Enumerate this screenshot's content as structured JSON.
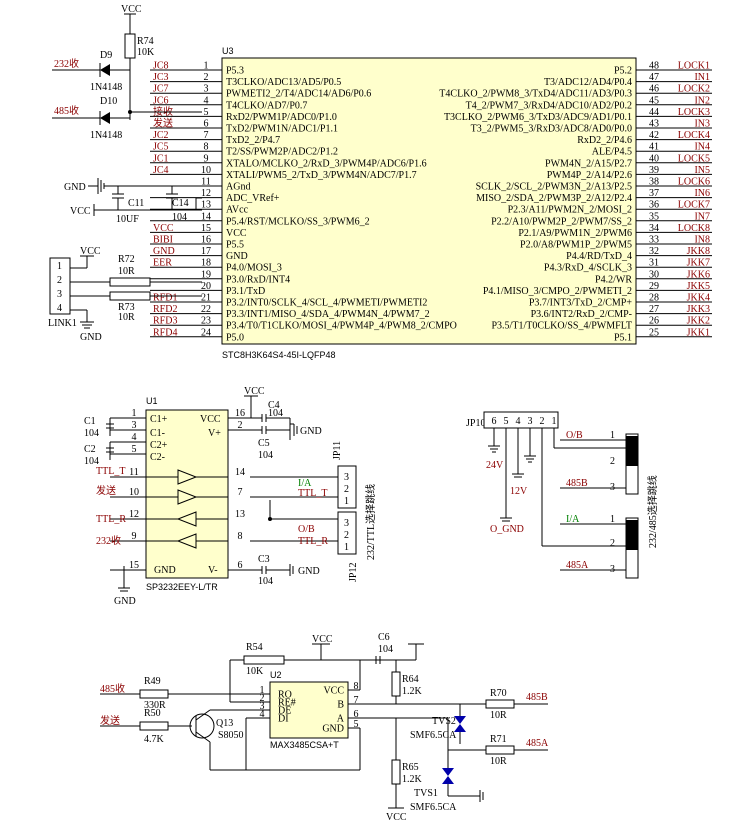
{
  "u3": {
    "ref": "U3",
    "part": "STC8H3K64S4-45I-LQFP48",
    "left_pins": [
      {
        "num": "1",
        "label": "P5.3",
        "net": "JC8"
      },
      {
        "num": "2",
        "label": "T3CLKO/ADC13/AD5/P0.5",
        "net": "JC3"
      },
      {
        "num": "3",
        "label": "PWMETI2_2/T4/ADC14/AD6/P0.6",
        "net": "JC7"
      },
      {
        "num": "4",
        "label": "T4CLKO/AD7/P0.7",
        "net": "JC6"
      },
      {
        "num": "5",
        "label": "RxD2/PWM1P/ADC0/P1.0",
        "net": "接收"
      },
      {
        "num": "6",
        "label": "TxD2/PWM1N/ADC1/P1.1",
        "net": "发送"
      },
      {
        "num": "7",
        "label": "TxD2_2/P4.7",
        "net": "JC2"
      },
      {
        "num": "8",
        "label": "T2/SS/PWM2P/ADC2/P1.2",
        "net": "JC5"
      },
      {
        "num": "9",
        "label": "XTALO/MCLKO_2/RxD_3/PWM4P/ADC6/P1.6",
        "net": "JC1"
      },
      {
        "num": "10",
        "label": "XTALI/PWM5_2/TxD_3/PWM4N/ADC7/P1.7",
        "net": "JC4"
      },
      {
        "num": "11",
        "label": "AGnd",
        "net": ""
      },
      {
        "num": "12",
        "label": "ADC_VRef+",
        "net": ""
      },
      {
        "num": "13",
        "label": "AVcc",
        "net": ""
      },
      {
        "num": "14",
        "label": "P5.4/RST/MCLKO/SS_3/PWM6_2",
        "net": ""
      },
      {
        "num": "15",
        "label": "VCC",
        "net": "VCC"
      },
      {
        "num": "16",
        "label": "P5.5",
        "net": "BIBI"
      },
      {
        "num": "17",
        "label": "GND",
        "net": "GND"
      },
      {
        "num": "18",
        "label": "P4.0/MOSI_3",
        "net": "EER"
      },
      {
        "num": "19",
        "label": "P3.0/RxD/INT4",
        "net": ""
      },
      {
        "num": "20",
        "label": "P3.1/TxD",
        "net": ""
      },
      {
        "num": "21",
        "label": "P3.2/INT0/SCLK_4/SCL_4/PWMETI/PWMETI2",
        "net": "RFD1"
      },
      {
        "num": "22",
        "label": "P3.3/INT1/MISO_4/SDA_4/PWM4N_4/PWM7_2",
        "net": "RFD2"
      },
      {
        "num": "23",
        "label": "P3.4/T0/T1CLKO/MOSI_4/PWM4P_4/PWM8_2/CMPO",
        "net": "RFD3"
      },
      {
        "num": "24",
        "label": "P5.0",
        "net": "RFD4"
      }
    ],
    "right_pins": [
      {
        "num": "48",
        "label": "P5.2",
        "net": "LOCK1"
      },
      {
        "num": "47",
        "label": "T3/ADC12/AD4/P0.4",
        "net": "IN1"
      },
      {
        "num": "46",
        "label": "T4CLKO_2/PWM8_3/TxD4/ADC11/AD3/P0.3",
        "net": "LOCK2"
      },
      {
        "num": "45",
        "label": "T4_2/PWM7_3/RxD4/ADC10/AD2/P0.2",
        "net": "IN2"
      },
      {
        "num": "44",
        "label": "T3CLKO_2/PWM6_3/TxD3/ADC9/AD1/P0.1",
        "net": "LOCK3"
      },
      {
        "num": "43",
        "label": "T3_2/PWM5_3/RxD3/ADC8/AD0/P0.0",
        "net": "IN3"
      },
      {
        "num": "42",
        "label": "RxD2_2/P4.6",
        "net": "LOCK4"
      },
      {
        "num": "41",
        "label": "ALE/P4.5",
        "net": "IN4"
      },
      {
        "num": "40",
        "label": "PWM4N_2/A15/P2.7",
        "net": "LOCK5"
      },
      {
        "num": "39",
        "label": "PWM4P_2/A14/P2.6",
        "net": "IN5"
      },
      {
        "num": "38",
        "label": "SCLK_2/SCL_2/PWM3N_2/A13/P2.5",
        "net": "LOCK6"
      },
      {
        "num": "37",
        "label": "MISO_2/SDA_2/PWM3P_2/A12/P2.4",
        "net": "IN6"
      },
      {
        "num": "36",
        "label": "P2.3/A11/PWM2N_2/MOSI_2",
        "net": "LOCK7"
      },
      {
        "num": "35",
        "label": "P2.2/A10/PWM2P_2/PWM7/SS_2",
        "net": "IN7"
      },
      {
        "num": "34",
        "label": "P2.1/A9/PWM1N_2/PWM6",
        "net": "LOCK8"
      },
      {
        "num": "33",
        "label": "P2.0/A8/PWM1P_2/PWM5",
        "net": "IN8"
      },
      {
        "num": "32",
        "label": "P4.4/RD/TxD_4",
        "net": "JKK8"
      },
      {
        "num": "31",
        "label": "P4.3/RxD_4/SCLK_3",
        "net": "JKK7"
      },
      {
        "num": "30",
        "label": "P4.2/WR",
        "net": "JKK6"
      },
      {
        "num": "29",
        "label": "P4.1/MISO_3/CMPO_2/PWMETI_2",
        "net": "JKK5"
      },
      {
        "num": "28",
        "label": "P3.7/INT3/TxD_2/CMP+",
        "net": "JKK4"
      },
      {
        "num": "27",
        "label": "P3.6/INT2/RxD_2/CMP-",
        "net": "JKK3"
      },
      {
        "num": "26",
        "label": "P3.5/T1/T0CLKO/SS_4/PWMFLT",
        "net": "JKK2"
      },
      {
        "num": "25",
        "label": "P5.1",
        "net": "JKK1"
      }
    ]
  },
  "top_left": {
    "vcc": "VCC",
    "r74_ref": "R74",
    "r74_val": "10K",
    "d9_ref": "D9",
    "d9_part": "1N4148",
    "d10_ref": "D10",
    "d10_part": "1N4148",
    "net_232": "232收",
    "net_485": "485收",
    "gnd": "GND",
    "vcc2": "VCC",
    "c11_ref": "C11",
    "c11_val": "10UF",
    "c14_ref": "C14",
    "c14_val": "104",
    "vcc3": "VCC",
    "r72_ref": "R72",
    "r72_val": "10R",
    "r73_ref": "R73",
    "r73_val": "10R",
    "link_ref": "LINK1",
    "link_pins": [
      "1",
      "2",
      "3",
      "4"
    ],
    "gnd2": "GND"
  },
  "u1": {
    "ref": "U1",
    "part": "SP3232EEY-L/TR",
    "pins_left": [
      {
        "num": "1",
        "label": "C1+"
      },
      {
        "num": "3",
        "label": "C1-"
      },
      {
        "num": "4",
        "label": "C2+"
      },
      {
        "num": "5",
        "label": "C2-"
      },
      {
        "num": "11",
        "label": ""
      },
      {
        "num": "10",
        "label": ""
      },
      {
        "num": "12",
        "label": ""
      },
      {
        "num": "9",
        "label": ""
      },
      {
        "num": "15",
        "label": "GND"
      }
    ],
    "pins_right": [
      {
        "num": "16",
        "label": "VCC"
      },
      {
        "num": "2",
        "label": "V+"
      },
      {
        "num": "14",
        "label": ""
      },
      {
        "num": "7",
        "label": ""
      },
      {
        "num": "13",
        "label": ""
      },
      {
        "num": "8",
        "label": ""
      },
      {
        "num": "6",
        "label": "V-"
      }
    ],
    "c1_ref": "C1",
    "c1_val": "104",
    "c2_ref": "C2",
    "c2_val": "104",
    "c3_ref": "C3",
    "c3_val": "104",
    "c4_ref": "C4",
    "c4_val": "104",
    "c5_ref": "C5",
    "c5_val": "104",
    "vcc": "VCC",
    "gnd": "GND",
    "gnd2": "GND",
    "gnd3": "GND",
    "net_ttl_t": "TTL_T",
    "net_fasong": "发送",
    "net_ttl_r": "TTL_R",
    "net_232": "232收"
  },
  "jp11": {
    "ref": "JP11",
    "ref2": "JP12",
    "select_label": "232/TTL选择跳线",
    "nets_top": [
      "I/A",
      "TTL_T"
    ],
    "nets_bot": [
      "O/B",
      "TTL_R"
    ],
    "pins": [
      "3",
      "2",
      "1"
    ]
  },
  "jp10": {
    "ref": "JP10",
    "pins": [
      "6",
      "5",
      "4",
      "3",
      "2",
      "1"
    ],
    "v24": "24V",
    "v12": "12V",
    "o_gnd": "O_GND",
    "net_ob": "O/B",
    "net_485b": "485B",
    "net_ia": "I/A",
    "net_485a": "485A",
    "select_label": "232/485选择跳线",
    "jumper_pins": [
      "1",
      "2",
      "3"
    ]
  },
  "u2": {
    "ref": "U2",
    "part": "MAX3485CSA+T",
    "left": [
      {
        "num": "1",
        "label": "RO"
      },
      {
        "num": "2",
        "label": "RE#"
      },
      {
        "num": "3",
        "label": "DE"
      },
      {
        "num": "4",
        "label": "DI"
      }
    ],
    "right": [
      {
        "num": "8",
        "label": "VCC"
      },
      {
        "num": "7",
        "label": "B"
      },
      {
        "num": "6",
        "label": "A"
      },
      {
        "num": "5",
        "label": "GND"
      }
    ],
    "r54_ref": "R54",
    "r54_val": "10K",
    "r49_ref": "R49",
    "r49_val": "330R",
    "r50_ref": "R50",
    "r50_val": "4.7K",
    "q13_ref": "Q13",
    "q13_part": "S8050",
    "c6_ref": "C6",
    "c6_val": "104",
    "r64_ref": "R64",
    "r64_val": "1.2K",
    "r65_ref": "R65",
    "r65_val": "1.2K",
    "r70_ref": "R70",
    "r70_val": "10R",
    "r71_ref": "R71",
    "r71_val": "10R",
    "tvs2_ref": "TVS2",
    "tvs2_part": "SMF6.5CA",
    "tvs1_ref": "TVS1",
    "tvs1_part": "SMF6.5CA",
    "vcc": "VCC",
    "vcc2": "VCC",
    "net_485rx": "485收",
    "net_fasong": "发送",
    "net_485b": "485B",
    "net_485a": "485A"
  }
}
